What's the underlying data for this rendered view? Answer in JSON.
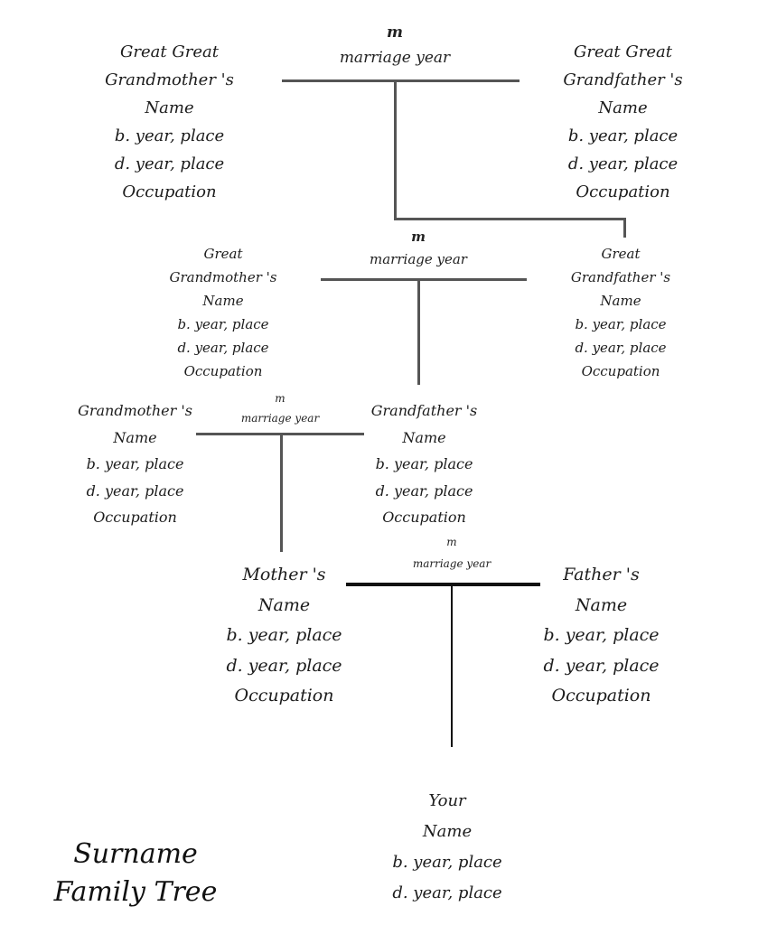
{
  "title": {
    "line1": "Surname",
    "line2": "Family Tree"
  },
  "great_great_grandmother": {
    "line1": "Great Great",
    "line2": "Grandmother 's",
    "line3": "Name",
    "born": "b. year, place",
    "died": "d. year, place",
    "occupation": "Occupation"
  },
  "great_great_grandfather": {
    "line1": "Great Great",
    "line2": "Grandfather 's",
    "line3": "Name",
    "born": "b. year, place",
    "died": "d. year, place",
    "occupation": "Occupation"
  },
  "great_great_marriage": {
    "m": "m",
    "label": "marriage year"
  },
  "great_grandmother": {
    "line1": "Great",
    "line2": "Grandmother 's",
    "line3": "Name",
    "born": "b. year, place",
    "died": "d. year, place",
    "occupation": "Occupation"
  },
  "great_grandfather": {
    "line1": "Great",
    "line2": "Grandfather 's",
    "line3": "Name",
    "born": "b. year, place",
    "died": "d. year, place",
    "occupation": "Occupation"
  },
  "great_marriage": {
    "m": "m",
    "label": "marriage year"
  },
  "grandmother": {
    "line1": "Grandmother 's",
    "line2": "Name",
    "born": "b. year, place",
    "died": "d. year, place",
    "occupation": "Occupation"
  },
  "grandfather": {
    "line1": "Grandfather 's",
    "line2": "Name",
    "born": "b. year, place",
    "died": "d. year, place",
    "occupation": "Occupation"
  },
  "grand_marriage": {
    "m": "m",
    "label": "marriage year"
  },
  "mother": {
    "line1": "Mother 's",
    "line2": "Name",
    "born": "b. year, place",
    "died": "d. year, place",
    "occupation": "Occupation"
  },
  "father": {
    "line1": "Father 's",
    "line2": "Name",
    "born": "b. year, place",
    "died": "d. year, place",
    "occupation": "Occupation"
  },
  "parents_marriage": {
    "m": "m",
    "label": "marriage year"
  },
  "you": {
    "line1": "Your",
    "line2": "Name",
    "born": "b. year, place",
    "died": "d. year, place"
  },
  "colors": {
    "line": "#555555",
    "line_dark": "#111111",
    "text": "#1c1c1c",
    "background": "#ffffff"
  }
}
